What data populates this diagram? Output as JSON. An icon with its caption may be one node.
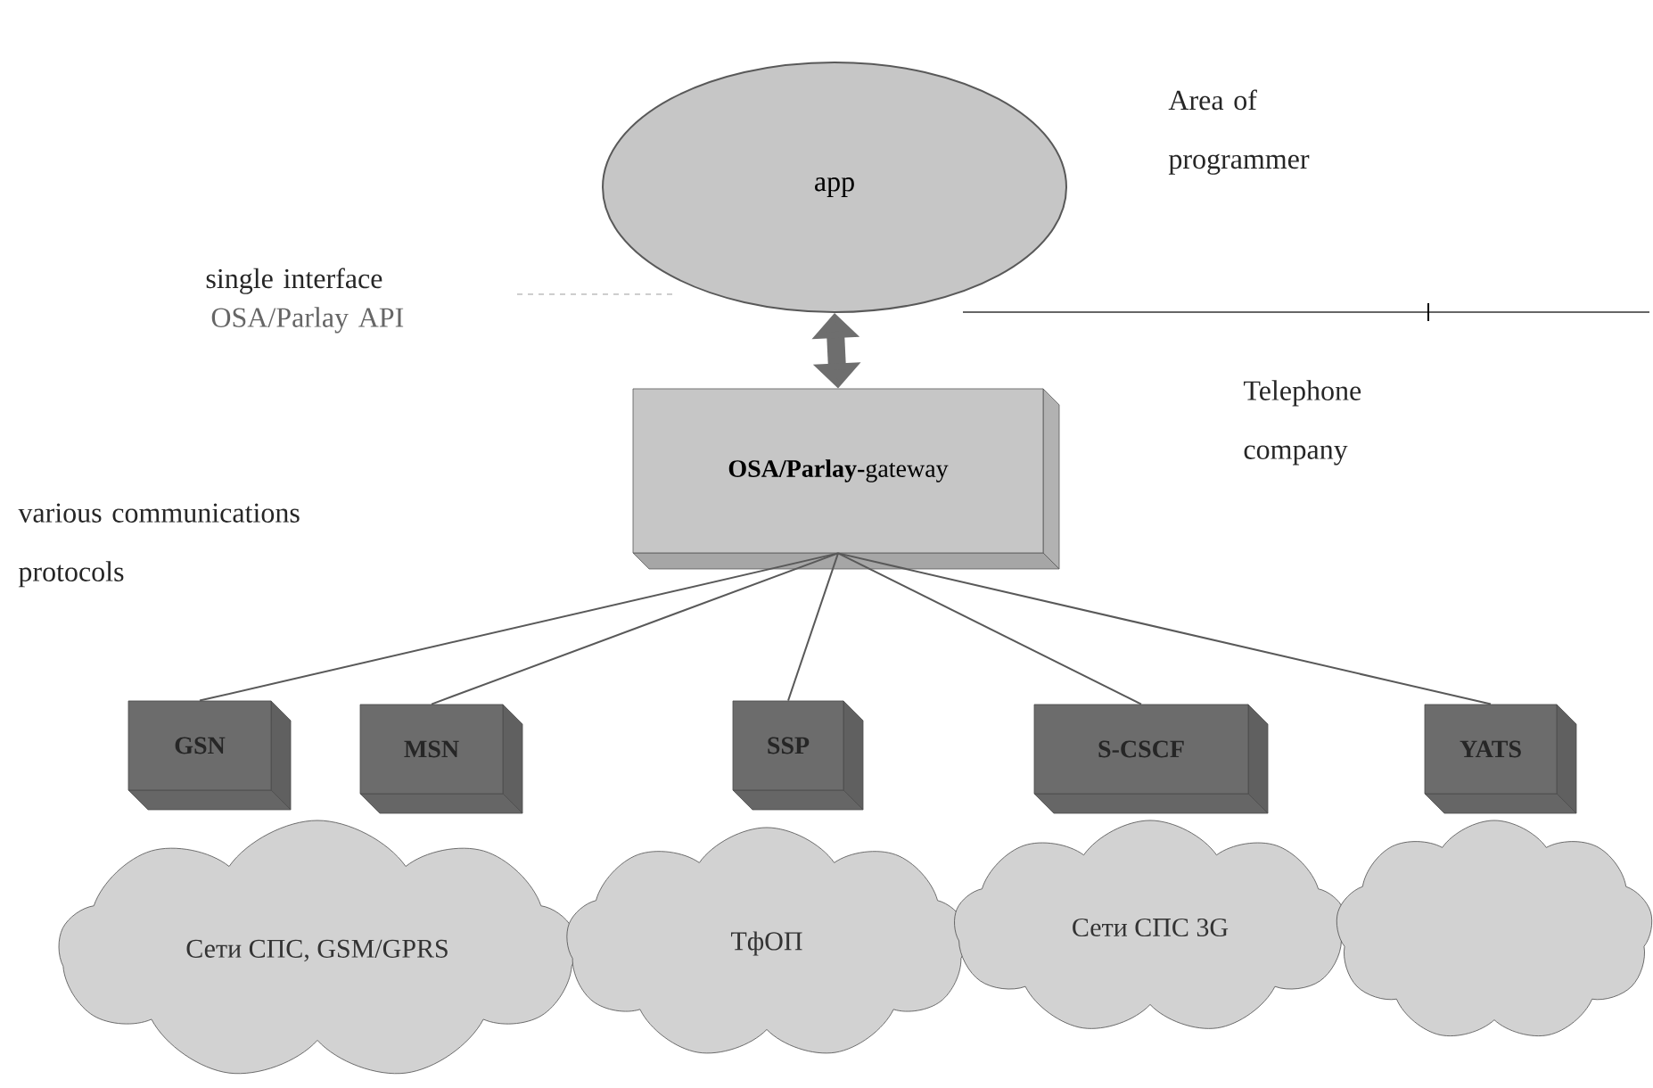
{
  "diagram": {
    "nodes": [
      {
        "text": [
          "app"
        ]
      },
      {
        "text": [
          "**OSA/Parlay-**gateway"
        ]
      },
      {
        "text": [
          "GSN"
        ]
      },
      {
        "text": [
          "MSN"
        ]
      },
      {
        "text": [
          "SSP"
        ]
      },
      {
        "text": [
          "S-CSCF"
        ]
      },
      {
        "text": [
          "YATS"
        ]
      },
      {
        "text": [
          "Сети СПС, GSM/GPRS"
        ]
      },
      {
        "text": [
          "ТфОП"
        ]
      },
      {
        "text": [
          "Сети СПС 3G"
        ]
      },
      {
        "text": [],
        "shape": "cloud"
      }
    ],
    "edges": [
      {
        "from": 0,
        "to": 1,
        "arrow": "both",
        "style": "thick",
        "color": "#6e6e6e"
      },
      {
        "from": 1,
        "to": 2,
        "arrow": "none"
      },
      {
        "from": 1,
        "to": 3,
        "arrow": "none"
      },
      {
        "from": 1,
        "to": 4,
        "arrow": "none"
      },
      {
        "from": 1,
        "to": 5,
        "arrow": "none"
      },
      {
        "from": 1,
        "to": 6,
        "arrow": "none"
      }
    ],
    "labels": [
      "Area of programmer",
      "single interface",
      "OSA/Parlay API",
      "Telephone company",
      "various communications protocols"
    ]
  }
}
